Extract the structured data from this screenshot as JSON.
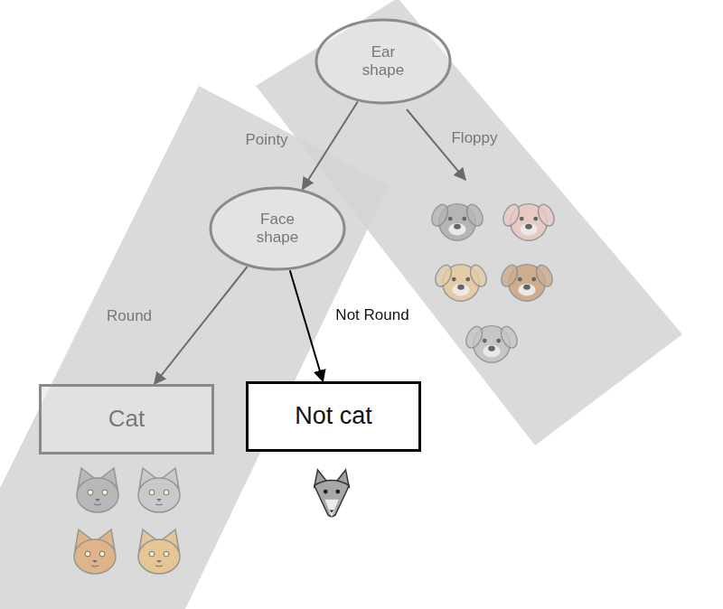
{
  "diagram": {
    "nodes": [
      {
        "text": [
          "Ear shape"
        ]
      },
      {
        "text": [
          "Face shape"
        ]
      },
      {
        "text": [
          "Cat"
        ]
      },
      {
        "text": [
          "Not cat"
        ]
      }
    ],
    "edges": [
      {
        "from": 0,
        "to": 1,
        "arrow": "to",
        "label": "Pointy"
      },
      {
        "from": 1,
        "to": 2,
        "arrow": "to",
        "label": "Round"
      },
      {
        "from": 1,
        "to": 3,
        "arrow": "to",
        "label": "Not Round"
      }
    ],
    "labels": [
      "Floppy"
    ]
  }
}
